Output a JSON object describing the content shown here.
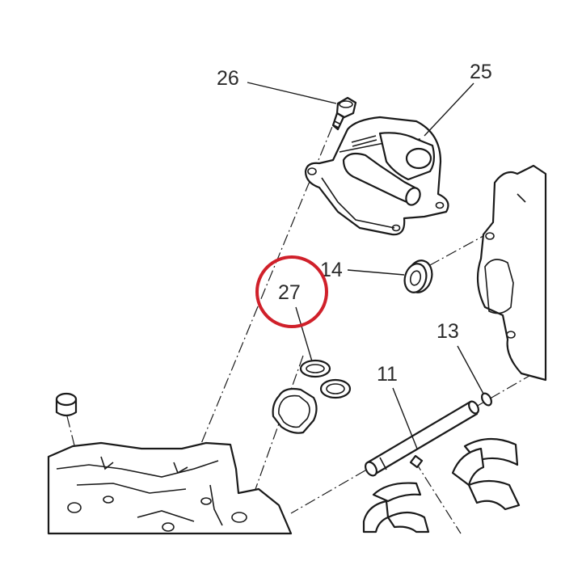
{
  "diagram": {
    "callouts": {
      "c11": "11",
      "c13": "13",
      "c14": "14",
      "c25": "25",
      "c26": "26",
      "c27": "27"
    },
    "cover_marking": "",
    "highlight": {
      "target": "27",
      "color": "#d0202a"
    },
    "colors": {
      "ink": "#1a1a1a",
      "paper": "#ffffff"
    }
  }
}
